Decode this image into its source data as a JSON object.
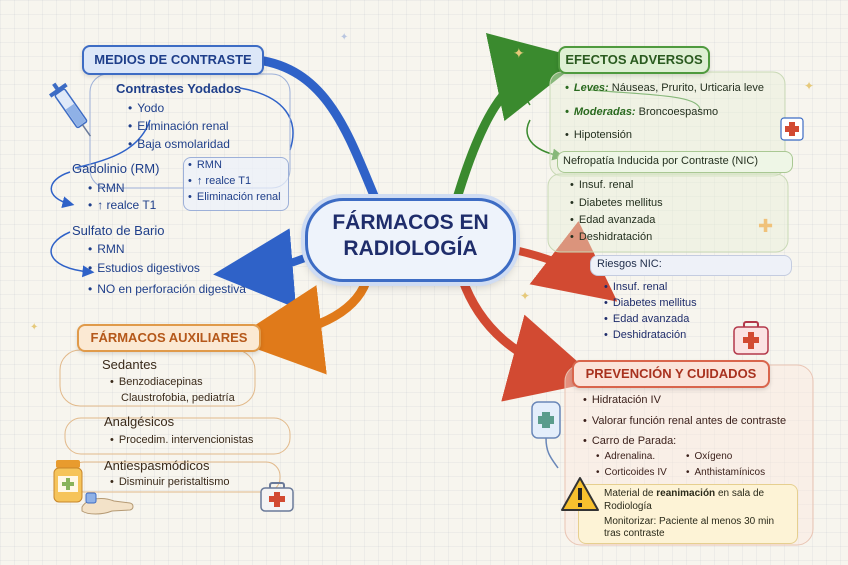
{
  "center": {
    "line1": "FÁRMACOS EN",
    "line2": "RADIOLOGÍA"
  },
  "medios": {
    "title": "MEDIOS DE CONTRASTE",
    "yodados": {
      "label": "Contrastes Yodados",
      "items": [
        "Yodo",
        "Eliminación renal",
        "Baja osmolaridad"
      ]
    },
    "gadolinio": {
      "label": "Gadolinio (RM)",
      "items": [
        "RMN",
        "↑ realce T1"
      ],
      "side": [
        "RMN",
        "↑ realce T1",
        "Eliminación renal"
      ]
    },
    "bario": {
      "label": "Sulfato de Bario",
      "items": [
        "RMN",
        "Estudios digestivos",
        "NO en perforación digestiva"
      ]
    }
  },
  "auxiliares": {
    "title": "FÁRMACOS AUXILIARES",
    "sedantes": {
      "label": "Sedantes",
      "items": [
        "Benzodiacepinas",
        "Claustrofobia, pediatría"
      ]
    },
    "analgesicos": {
      "label": "Analgésicos",
      "items": [
        "Procedim. intervencionistas"
      ]
    },
    "antiespasmodicos": {
      "label": "Antiespasmódicos",
      "items": [
        "Disminuir peristaltismo"
      ]
    }
  },
  "efectos": {
    "title": "EFECTOS ADVERSOS",
    "leves_label": "Leves:",
    "leves_text": "Náuseas, Prurito, Urticaria leve",
    "moderadas_label": "Moderadas:",
    "moderadas_text": "Broncoespasmo",
    "hipotension": "Hipotensión",
    "nic_title": "Nefropatía Inducida por Contraste (NIC)",
    "nic_items": [
      "Insuf. renal",
      "Diabetes mellitus",
      "Edad avanzada",
      "Deshidratación"
    ]
  },
  "riesgos": {
    "title": "Riesgos NIC:",
    "items": [
      "Insuf. renal",
      "Diabetes mellitus",
      "Edad avanzada",
      "Deshidratación"
    ]
  },
  "prevencion": {
    "title": "PREVENCIÓN Y CUIDADOS",
    "items": [
      "Hidratación IV",
      "Valorar función renal antes de contraste",
      "Carro de Parada:"
    ],
    "carro": [
      "Adrenalina.",
      "Oxígeno",
      "Corticoides IV",
      "Anthistamínicos"
    ],
    "warn_pre": "Material de ",
    "warn_bold": "reanimación",
    "warn_post": " en sala de",
    "warn_line2": "Rodiología",
    "warn_line3": "Monitorizar: Paciente al menos 30 min",
    "warn_line4": "tras contraste"
  },
  "colors": {
    "blue": "#2f62c8",
    "green": "#3a8a2e",
    "orange": "#e07a1a",
    "red": "#d24a32",
    "navy": "#1f2d6b"
  },
  "icons": [
    "syringe-icon",
    "warning-icon",
    "first-aid-kit-icon",
    "iv-bag-icon",
    "pill-bottle-icon",
    "hand-icon"
  ]
}
